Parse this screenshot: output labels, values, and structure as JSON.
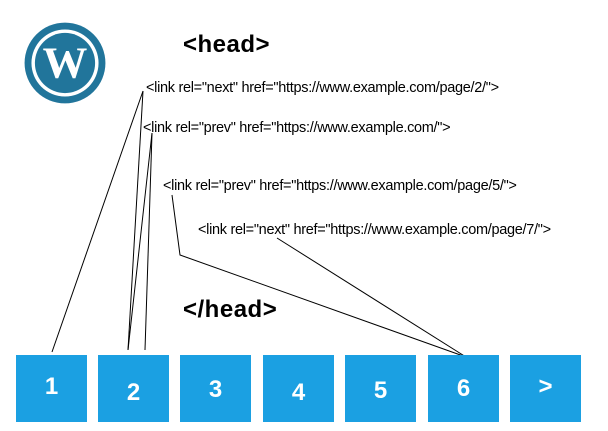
{
  "logo": {
    "icon": "wordpress-logo-icon",
    "letter": "W",
    "color": "#21759b"
  },
  "head_open": "<head>",
  "head_close": "</head>",
  "links": [
    "<link rel=\"next\" href=\"https://www.example.com/page/2/\">",
    "<link rel=\"prev\" href=\"https://www.example.com/\">",
    "<link rel=\"prev\" href=\"https://www.example.com/page/5/\">",
    "<link rel=\"next\" href=\"https://www.example.com/page/7/\">"
  ],
  "pagination": {
    "accent": "#1ba0e2",
    "items": [
      "1",
      "2",
      "3",
      "4",
      "5",
      "6",
      ">"
    ]
  }
}
